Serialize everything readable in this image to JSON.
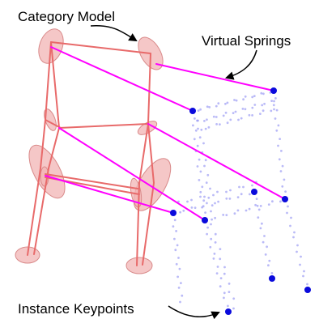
{
  "labels": {
    "category_model": "Category Model",
    "virtual_springs": "Virtual Springs",
    "instance_keypoints": "Instance Keypoints"
  },
  "colors": {
    "category_frame": "#e86a6a",
    "ellipsoid_fill": "#f2b4b4",
    "ellipsoid_stroke": "#d98a8a",
    "spring": "#ff00ff",
    "keypoint": "#0a0adc",
    "instance_points": "#8c8cf2",
    "text": "#000000"
  },
  "icons": {
    "arrow": "curved-arrow-icon"
  }
}
